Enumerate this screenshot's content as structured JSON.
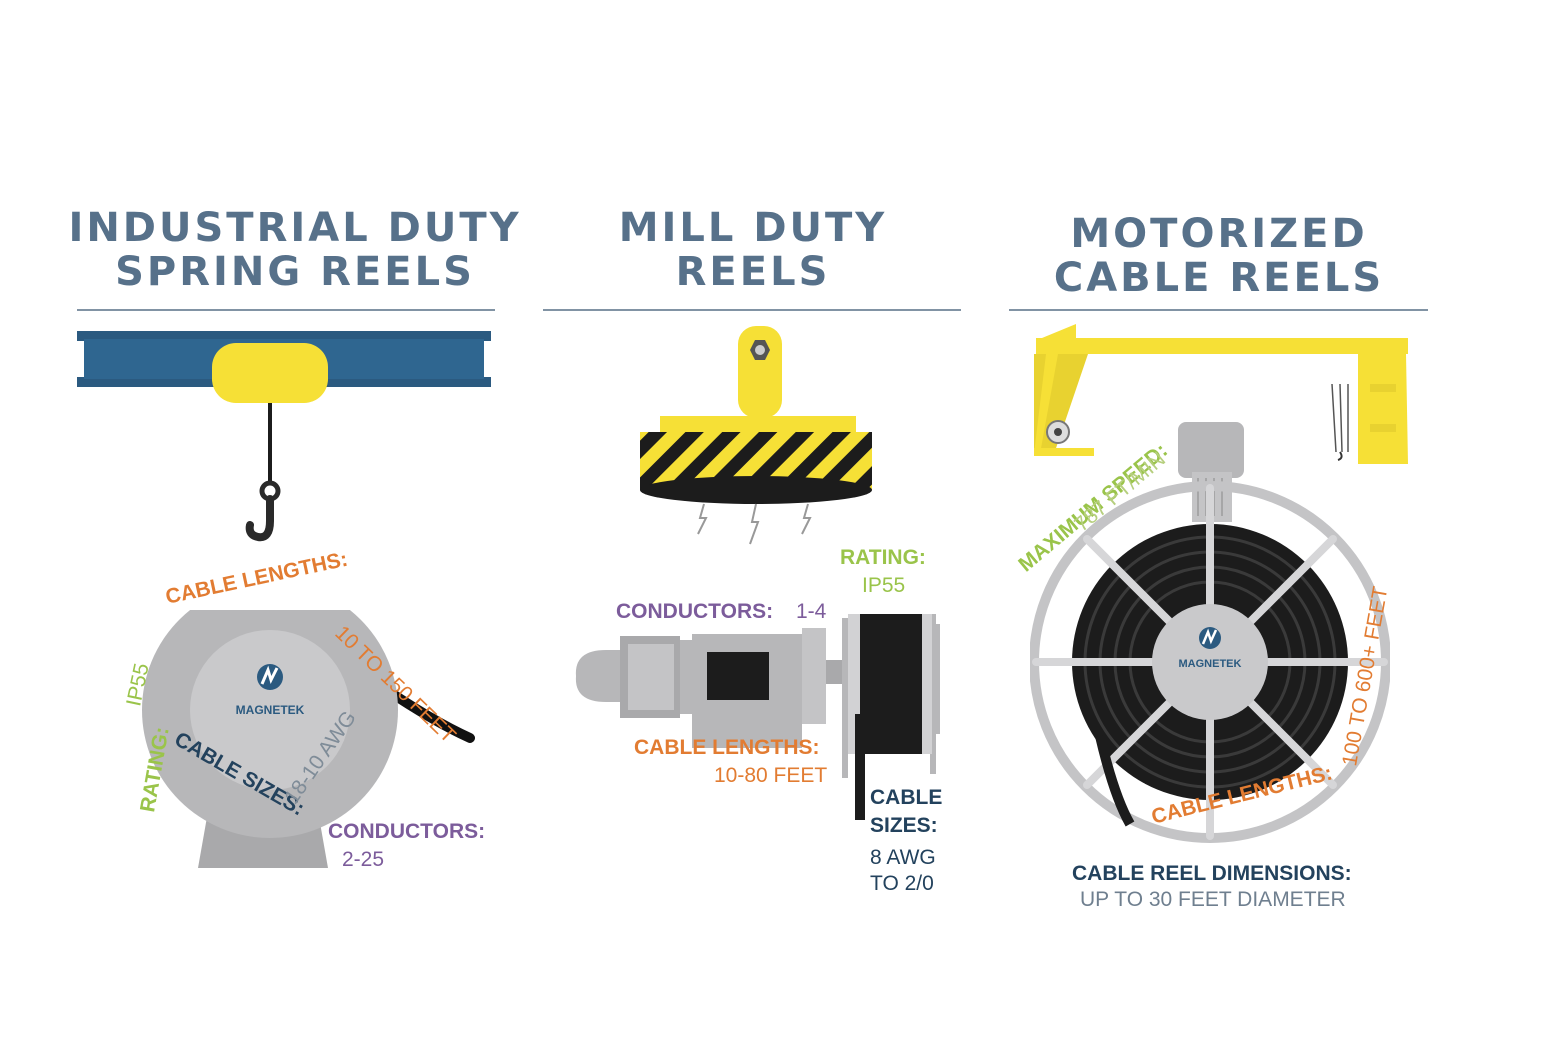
{
  "columns": [
    {
      "title_line1": "INDUSTRIAL DUTY",
      "title_line2": "SPRING REELS",
      "cable_lengths_label": "CABLE LENGTHS:",
      "cable_lengths_value": "10 TO 150 FEET",
      "rating_label": "RATING:",
      "rating_value": "IP55",
      "cable_sizes_label": "CABLE SIZES:",
      "cable_sizes_value": "18-10 AWG",
      "conductors_label": "CONDUCTORS:",
      "conductors_value": "2-25",
      "logo_text": "MAGNETEK"
    },
    {
      "title_line1": "MILL DUTY",
      "title_line2": "REELS",
      "rating_label": "RATING:",
      "rating_value": "IP55",
      "conductors_label": "CONDUCTORS:",
      "conductors_value": "1-4",
      "cable_lengths_label": "CABLE LENGTHS:",
      "cable_lengths_value": "10-80 FEET",
      "cable_sizes_label_1": "CABLE",
      "cable_sizes_label_2": "SIZES:",
      "cable_sizes_value_1": "8 AWG",
      "cable_sizes_value_2": "TO 2/0"
    },
    {
      "title_line1": "MOTORIZED",
      "title_line2": "CABLE REELS",
      "max_speed_label": "MAXIMUM SPEED:",
      "max_speed_value": "787 FT/MIN",
      "cable_lengths_label": "CABLE LENGTHS:",
      "cable_lengths_value": "100 TO 600+ FEET",
      "dimensions_label": "CABLE REEL DIMENSIONS:",
      "dimensions_value": "UP TO 30 FEET DIAMETER",
      "logo_text": "MAGNETEK"
    }
  ],
  "colors": {
    "title": "#57718a",
    "orange": "#e27c32",
    "green": "#9ac44a",
    "navy": "#23425d",
    "purple": "#7c5c9b",
    "yellow": "#f6e036",
    "beam_blue": "#2b5a80",
    "reel_gray": "#b7b7b9"
  },
  "icons": [
    "i-beam-hoist-icon",
    "crane-hook-icon",
    "lifting-magnet-icon",
    "gantry-crane-icon",
    "spring-reel-icon",
    "mill-reel-icon",
    "motorized-reel-icon",
    "magnetek-logo-icon"
  ]
}
